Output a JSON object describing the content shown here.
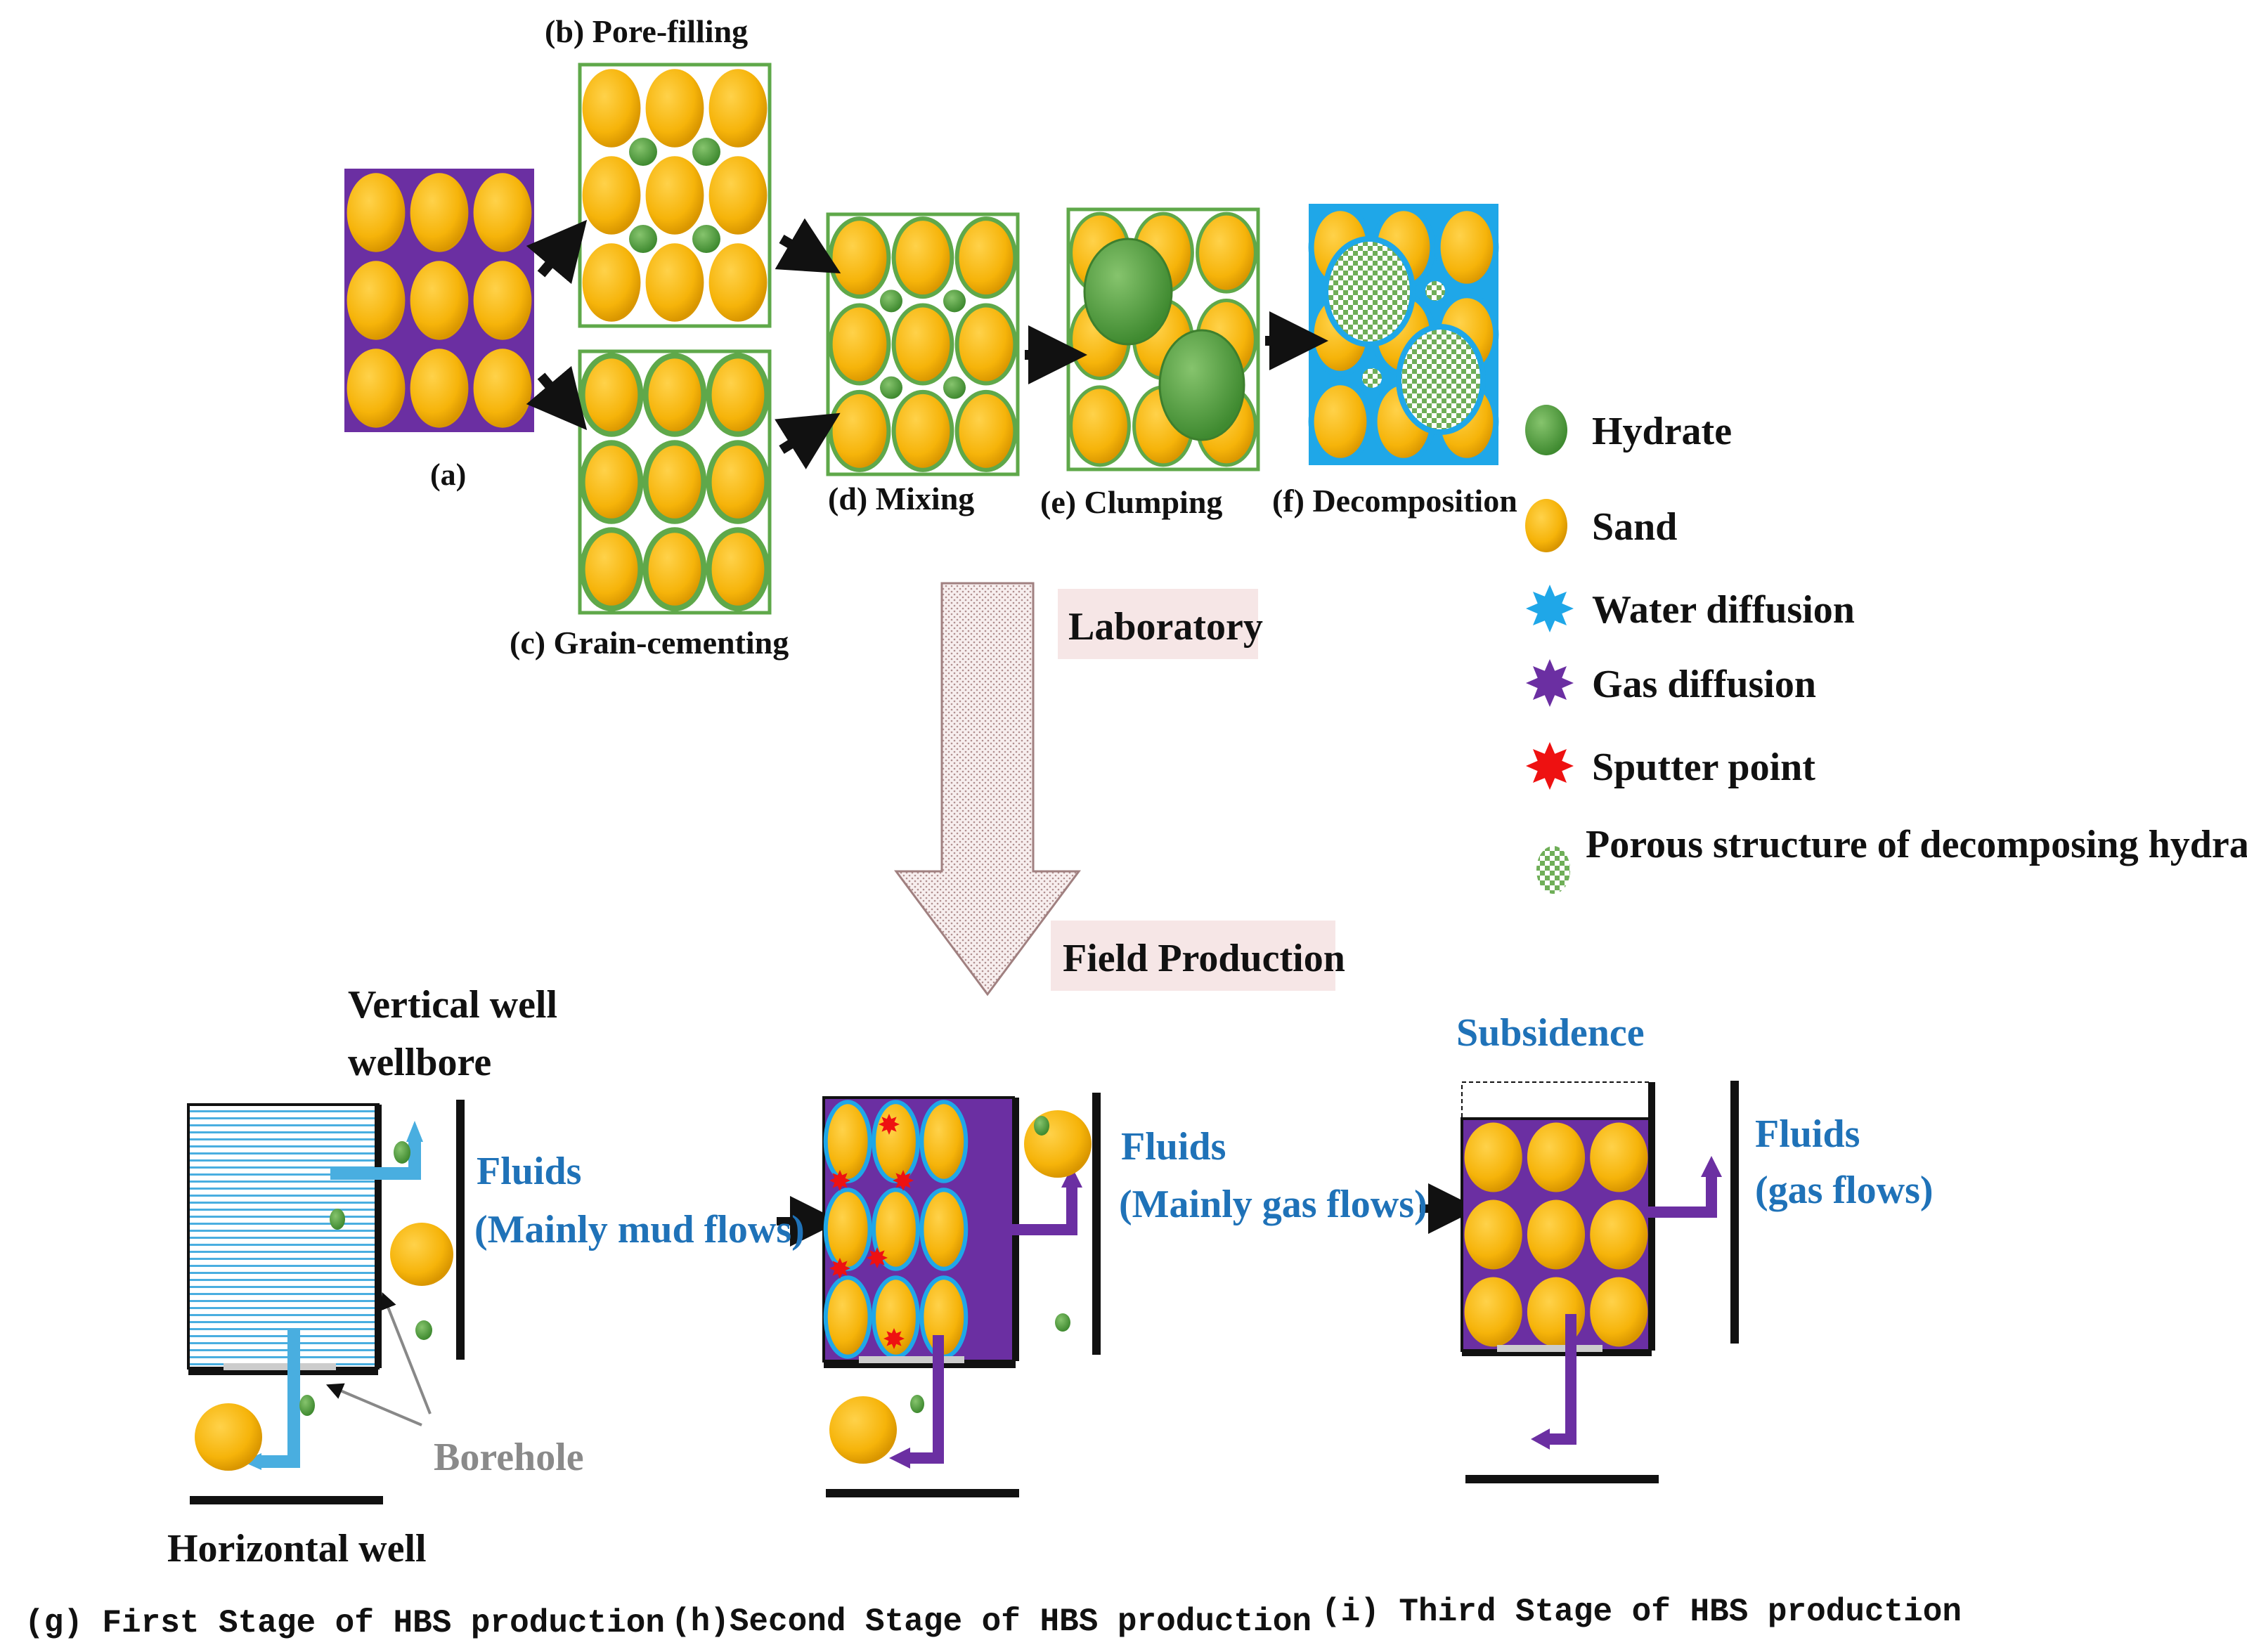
{
  "labels": {
    "a": "(a)",
    "b": "(b) Pore-filling",
    "c": "(c) Grain-cementing",
    "d": "(d) Mixing",
    "e": "(e) Clumping",
    "f": "(f) Decomposition"
  },
  "transition": {
    "laboratory": "Laboratory",
    "field_production": "Field Production"
  },
  "legend": [
    {
      "key": "hydrate",
      "label": "Hydrate",
      "color": "#5fa84a"
    },
    {
      "key": "sand",
      "label": "Sand",
      "color": "#f6b40a"
    },
    {
      "key": "water",
      "label": "Water diffusion",
      "color": "#1fa7e8"
    },
    {
      "key": "gas",
      "label": "Gas diffusion",
      "color": "#6b2fa2"
    },
    {
      "key": "sputter",
      "label": "Sputter point",
      "color": "#ee1111"
    },
    {
      "key": "porous",
      "label": "Porous structure of decomposing  hydrate",
      "color": "#6fae58"
    }
  ],
  "stage_g": {
    "vertical_well_line1": "Vertical  well",
    "vertical_well_line2": "wellbore",
    "fluids_line1": "Fluids",
    "fluids_line2": "(Mainly mud flows)",
    "borehole": "Borehole",
    "horizontal_well": "Horizontal  well",
    "caption": "(g) First Stage of HBS production"
  },
  "stage_h": {
    "fluids_line1": "Fluids",
    "fluids_line2": "(Mainly gas flows)",
    "caption": "(h)Second Stage of HBS production"
  },
  "stage_i": {
    "subsidence": "Subsidence",
    "fluids_line1": "Fluids",
    "fluids_line2": "(gas flows)",
    "caption": "(i) Third Stage of HBS production"
  },
  "colors": {
    "sand": "#f6b40a",
    "hydrate": "#5fa84a",
    "gas": "#6b2fa2",
    "water": "#1fa7e8",
    "sputter": "#ee1111",
    "text_blue": "#1f72b8",
    "text_grey": "#8a8a8a"
  }
}
